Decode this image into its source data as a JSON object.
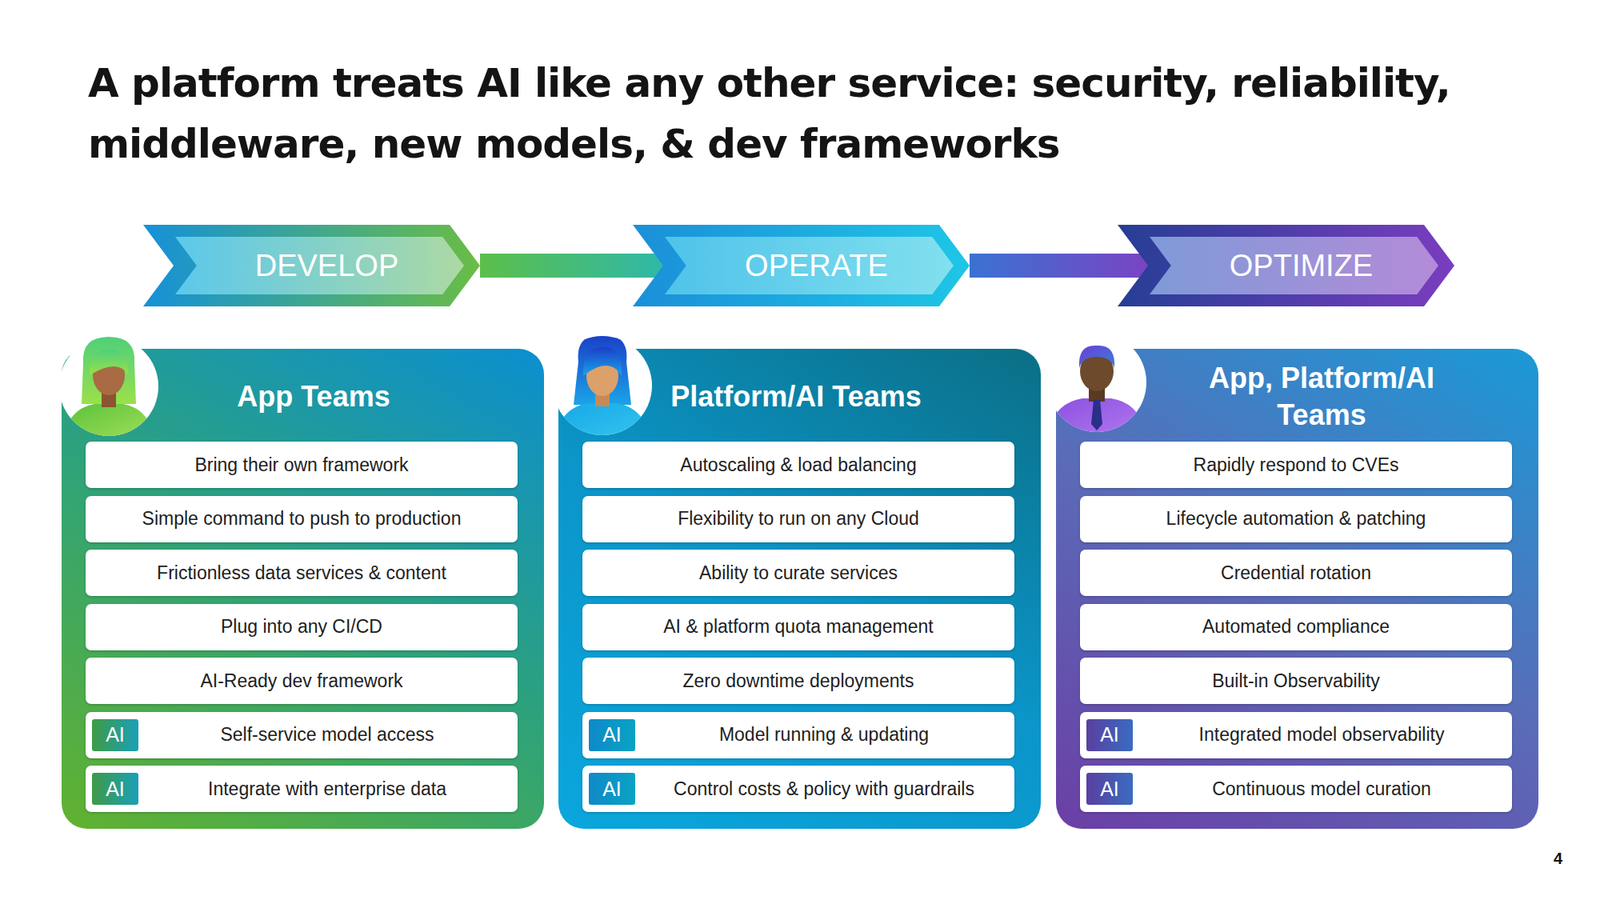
{
  "diagram": {
    "title": "A platform treats AI like any other service: security, reliability, middleware, new models, & dev frameworks",
    "nodes": [
      {
        "text": [
          "DEVELOP"
        ]
      },
      {
        "text": [
          "OPERATE"
        ]
      },
      {
        "text": [
          "OPTIMIZE"
        ]
      },
      {
        "text": [
          "App Teams"
        ]
      },
      {
        "text": [
          "Bring their own framework"
        ],
        "in": 3
      },
      {
        "text": [
          "Simple command to push to production"
        ],
        "in": 3
      },
      {
        "text": [
          "Frictionless data services & content"
        ],
        "in": 3
      },
      {
        "text": [
          "Plug into any CI/CD"
        ],
        "in": 3
      },
      {
        "text": [
          "AI-Ready dev framework"
        ],
        "in": 3
      },
      {
        "text": [
          "AI",
          "Self-service model access"
        ],
        "in": 3
      },
      {
        "text": [
          "AI",
          "Integrate with enterprise data"
        ],
        "in": 3
      },
      {
        "text": [
          "Platform/AI Teams"
        ]
      },
      {
        "text": [
          "Autoscaling & load balancing"
        ],
        "in": 11
      },
      {
        "text": [
          "Flexibility to run on any Cloud"
        ],
        "in": 11
      },
      {
        "text": [
          "Ability to curate services"
        ],
        "in": 11
      },
      {
        "text": [
          "AI & platform quota management"
        ],
        "in": 11
      },
      {
        "text": [
          "Zero downtime deployments"
        ],
        "in": 11
      },
      {
        "text": [
          "AI",
          "Model running & updating"
        ],
        "in": 11
      },
      {
        "text": [
          "AI",
          "Control costs & policy with guardrails"
        ],
        "in": 11
      },
      {
        "text": [
          "App, Platform/AI Teams"
        ]
      },
      {
        "text": [
          "Rapidly respond to CVEs"
        ],
        "in": 19
      },
      {
        "text": [
          "Lifecycle automation & patching"
        ],
        "in": 19
      },
      {
        "text": [
          "Credential rotation"
        ],
        "in": 19
      },
      {
        "text": [
          "Automated compliance"
        ],
        "in": 19
      },
      {
        "text": [
          "Built-in Observability"
        ],
        "in": 19
      },
      {
        "text": [
          "AI",
          "Integrated model observability"
        ],
        "in": 19
      },
      {
        "text": [
          "AI",
          "Continuous model curation"
        ],
        "in": 19
      }
    ],
    "edges": [
      {
        "from": 0,
        "to": 1,
        "arrow": "none"
      },
      {
        "from": 1,
        "to": 2,
        "arrow": "none"
      }
    ],
    "labels": [
      "4"
    ]
  }
}
